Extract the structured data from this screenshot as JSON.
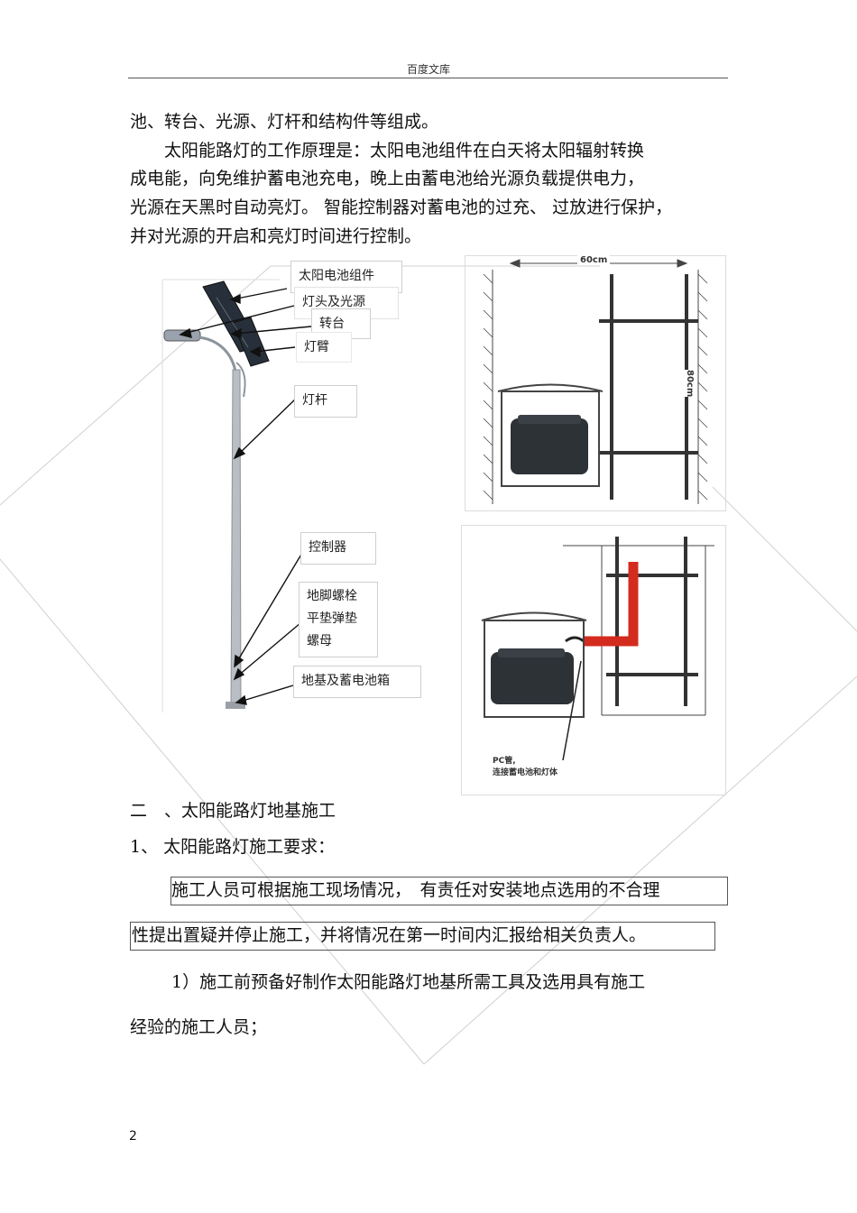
{
  "header": {
    "title": "百度文库"
  },
  "paragraphs": {
    "p1": "池、转台、光源、灯杆和结构件等组成。",
    "p2_l1": "太阳能路灯的工作原理是：太阳电池组件在白天将太阳辐射转换",
    "p2_l2": "成电能，向免维护蓄电池充电，晚上由蓄电池给光源负载提供电力，",
    "p2_l3": "光源在天黑时自动亮灯。 智能控制器对蓄电池的过充、 过放进行保护，",
    "p2_l4": "并对光源的开启和亮灯时间进行控制。"
  },
  "diagram": {
    "labels": {
      "solar_panel": "太阳电池组件",
      "lamp_head": "灯头及光源",
      "turntable": "转台",
      "lamp_arm": "灯臂",
      "pole": "灯杆",
      "controller": "控制器",
      "anchor_bolt": "地脚螺栓",
      "washer": "平垫弹垫",
      "nut": "螺母",
      "foundation": "地基及蓄电池箱"
    },
    "pit_width": "60cm",
    "pit_depth": "80cm",
    "pc_pipe_l1": "PC管,",
    "pc_pipe_l2": "连接蓄电池和灯体"
  },
  "section": {
    "heading": "二　、太阳能路灯地基施工",
    "sub": "1、 太阳能路灯施工要求：",
    "req_l1": "施工人员可根据施工现场情况，　有责任对安装地点选用的不合理",
    "req_l2": "性提出置疑并停止施工，并将情况在第一时间内汇报给相关负责人。",
    "item1_l1": "1）施工前预备好制作太阳能路灯地基所需工具及选用具有施工",
    "item1_l2": "经验的施工人员；"
  },
  "page_number": "2"
}
